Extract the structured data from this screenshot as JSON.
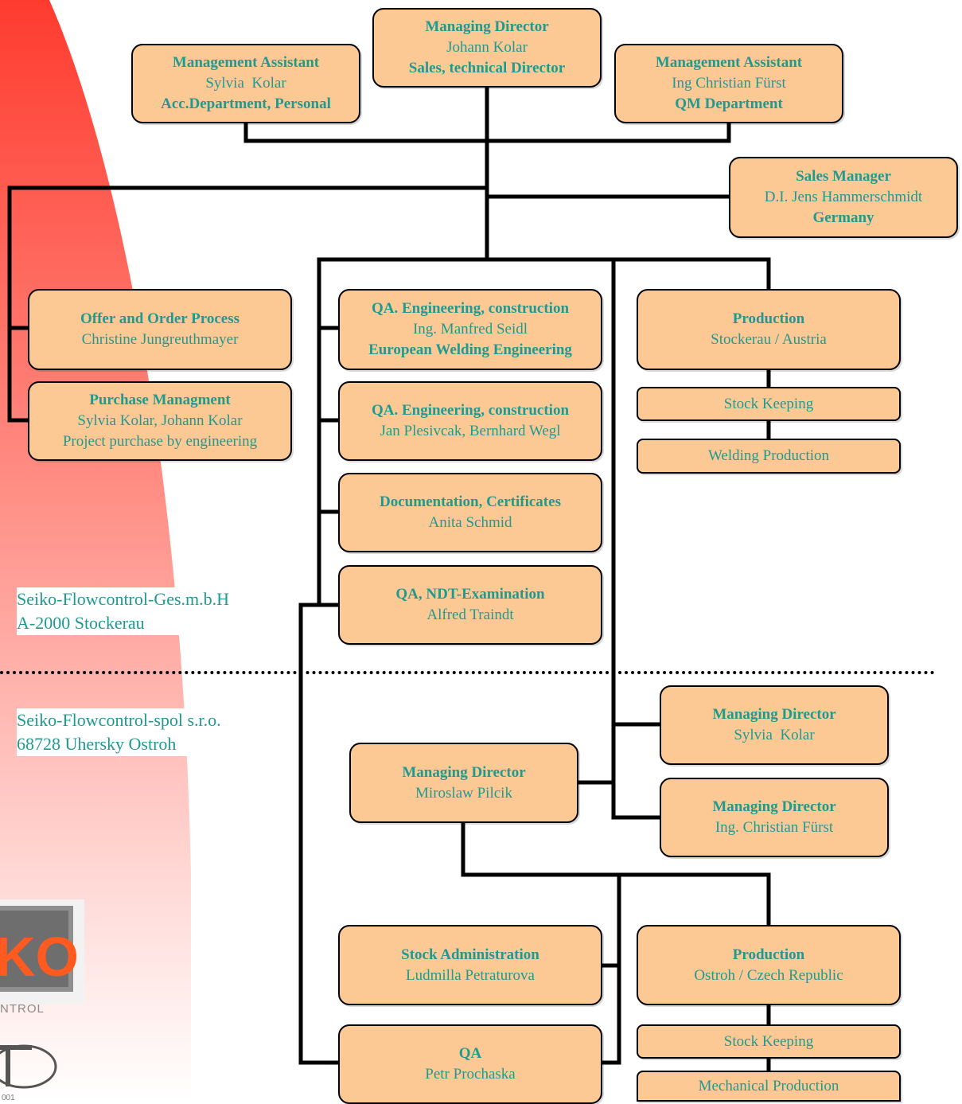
{
  "boxes": {
    "md_austria": {
      "title": "Managing Director",
      "name": "Johann Kolar",
      "role": "Sales, technical Director"
    },
    "ma_left": {
      "title": "Management Assistant",
      "name": "Sylvia  Kolar",
      "role": "Acc.Department, Personal"
    },
    "ma_right": {
      "title": "Management Assistant",
      "name": "Ing Christian Fürst",
      "role": "QM Department"
    },
    "sales_manager": {
      "title": "Sales Manager",
      "name": "D.I. Jens Hammerschmidt",
      "role": "Germany"
    },
    "offer_order": {
      "title": "Offer and Order Process",
      "name": "Christine Jungreuthmayer"
    },
    "purchase": {
      "title": "Purchase Managment",
      "name": "Sylvia Kolar, Johann Kolar",
      "note": "Project purchase by engineering"
    },
    "qa_eng_1": {
      "title": "QA. Engineering, construction",
      "name": "Ing. Manfred Seidl",
      "role": "European Welding Engineering"
    },
    "qa_eng_2": {
      "title": "QA. Engineering, construction",
      "name": "Jan Plesivcak, Bernhard Wegl"
    },
    "documentation": {
      "title": "Documentation, Certificates",
      "name": "Anita Schmid"
    },
    "qa_ndt": {
      "title": "QA, NDT-Examination",
      "name": "Alfred Traindt"
    },
    "production_at": {
      "title": "Production",
      "name": "Stockerau / Austria"
    },
    "stock_keeping_at": {
      "label": "Stock Keeping"
    },
    "welding_production": {
      "label": "Welding Production"
    },
    "md_cz_kolar": {
      "title": "Managing Director",
      "name": "Sylvia  Kolar"
    },
    "md_cz_pilcik": {
      "title": "Managing Director",
      "name": "Miroslaw Pilcik"
    },
    "md_cz_fuerst": {
      "title": "Managing Director",
      "name": "Ing. Christian Fürst"
    },
    "stock_admin": {
      "title": "Stock Administration",
      "name": "Ludmilla Petraturova"
    },
    "qa_cz": {
      "title": "QA",
      "name": "Petr Prochaska"
    },
    "production_cz": {
      "title": "Production",
      "name": "Ostroh / Czech Republic"
    },
    "stock_keeping_cz": {
      "label": "Stock Keeping"
    },
    "mechanical_production": {
      "label": "Mechanical Production"
    }
  },
  "sites": {
    "austria": {
      "line1": "Seiko-Flowcontrol-Ges.m.b.H",
      "line2": "A-2000 Stockerau"
    },
    "czech": {
      "line1": "Seiko-Flowcontrol-spol s.r.o.",
      "line2": "68728 Uhersky Ostroh"
    }
  },
  "logo": {
    "brand_fragment": "KO",
    "sub_fragment": "NTROL",
    "cert_fragment": "001"
  },
  "colors": {
    "box_fill": "#fcc995",
    "text": "#1f9a91",
    "line": "#000000",
    "swoosh": "#ff3b2f"
  }
}
